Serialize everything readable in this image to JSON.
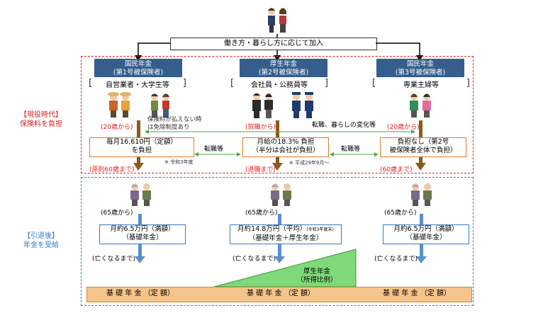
{
  "top_banner": "働き方・暮らし方に応じて加入",
  "columns": [
    {
      "header_l1": "国民年金",
      "header_l2": "(第1号被保険者)",
      "members": "自営業者・大学生等",
      "start": "(20歳から)",
      "pay_l1": "毎月16,610円（定額）",
      "pay_l2": "を負担",
      "note": "※ 令和3年度",
      "end": "(原則60歳まで)",
      "pension_start": "(65歳から)",
      "pension_l1": "月約6.5万円（満額）",
      "pension_l2": "（基礎年金）",
      "until": "(亡くなるまで)",
      "base": "基 礎 年 金 （定 額）"
    },
    {
      "header_l1": "厚生年金",
      "header_l2": "(第2号被保険者)",
      "members": "会社員・公務員等",
      "start": "(就職から)",
      "pay_l1": "月給の18.3% 負担",
      "pay_l2": "（半分は会社が負担）",
      "note": "※ 平成29年9月～",
      "end": "(退職まで)",
      "pension_start": "(65歳から)",
      "pension_l1": "月約14.8万円（平均）",
      "pension_note": "(令和3年度末)",
      "pension_l2": "（基礎年金＋厚生年金）",
      "until": "(亡くなるまで)",
      "base": "基 礎 年 金 （定 額）"
    },
    {
      "header_l1": "国民年金",
      "header_l2": "(第3号被保険者)",
      "members": "専業主婦等",
      "start": "(20歳から)",
      "pay_l1": "負担なし（第2号",
      "pay_l2": "被保険者全体で負担）",
      "end": "(60歳まで)",
      "pension_start": "(65歳から)",
      "pension_l1": "月約6.5万円（満額）",
      "pension_l2": "（基礎年金）",
      "until": "(亡くなるまで)",
      "base": "基 礎 年 金 （定 額）"
    }
  ],
  "exemption_l1": "保険料が払えない時",
  "exemption_l2": "は免除制度あり",
  "transfer_top": "転職、暮らしの変化等",
  "transfer_left": "転職等",
  "transfer_right": "転職等",
  "active_label_l1": "【現役時代】",
  "active_label_l2": "保険料を負担",
  "retired_label_l1": "【引退後】",
  "retired_label_l2": "年金を受給",
  "wedge_l1": "厚生年金",
  "wedge_l2": "（所得比例）",
  "colors": {
    "header": "#355e8c",
    "base_bar": "#f6c48a",
    "wedge": "#7fd97a",
    "active_frame": "#e0211b",
    "retired_frame": "#3a78c8",
    "pay_border": "#e07b2a",
    "pension_border": "#3a78c8",
    "label": "#e0211b"
  }
}
